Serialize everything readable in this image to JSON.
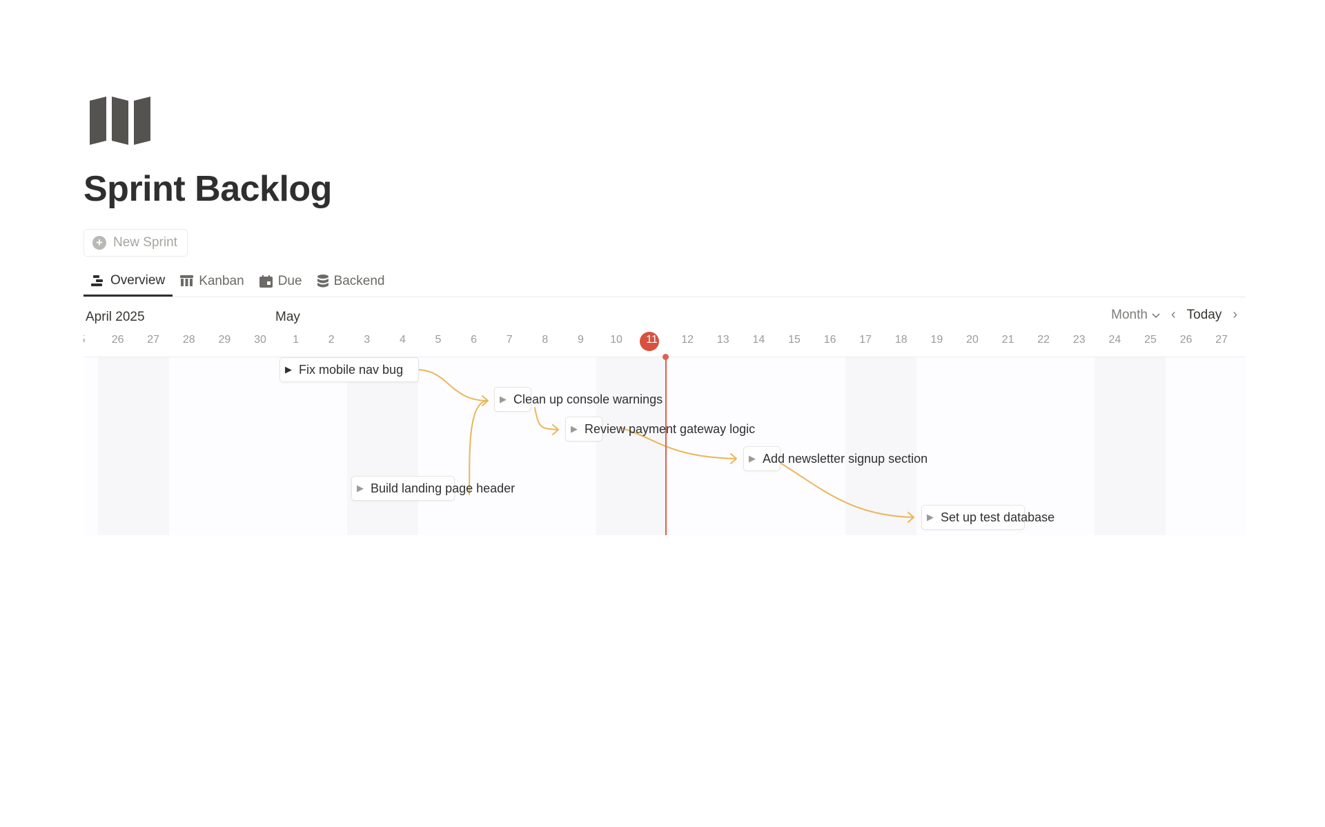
{
  "page": {
    "title": "Sprint Backlog",
    "icon": "map-icon"
  },
  "actions": {
    "new_label": "New Sprint"
  },
  "tabs": [
    {
      "label": "Overview",
      "icon": "timeline-icon",
      "active": true
    },
    {
      "label": "Kanban",
      "icon": "board-icon",
      "active": false
    },
    {
      "label": "Due",
      "icon": "calendar-icon",
      "active": false
    },
    {
      "label": "Backend",
      "icon": "database-icon",
      "active": false
    }
  ],
  "timeline": {
    "months": [
      "April 2025",
      "May"
    ],
    "days": [
      "5",
      "26",
      "27",
      "28",
      "29",
      "30",
      "1",
      "2",
      "3",
      "4",
      "5",
      "6",
      "7",
      "8",
      "9",
      "10",
      "11",
      "12",
      "13",
      "14",
      "15",
      "16",
      "17",
      "18",
      "19",
      "20",
      "21",
      "22",
      "23",
      "24",
      "25",
      "26",
      "27"
    ],
    "today": "11",
    "controls": {
      "scale": "Month",
      "today_label": "Today"
    },
    "colors": {
      "today": "#d9503f",
      "dependency": "#e8b75a"
    },
    "tasks": [
      {
        "label": "Fix mobile nav bug",
        "completed": true
      },
      {
        "label": "Clean up console warnings",
        "completed": false
      },
      {
        "label": "Review payment gateway logic",
        "completed": false
      },
      {
        "label": "Add newsletter signup section",
        "completed": false
      },
      {
        "label": "Build landing page header",
        "completed": false
      },
      {
        "label": "Set up test database",
        "completed": false
      }
    ]
  }
}
